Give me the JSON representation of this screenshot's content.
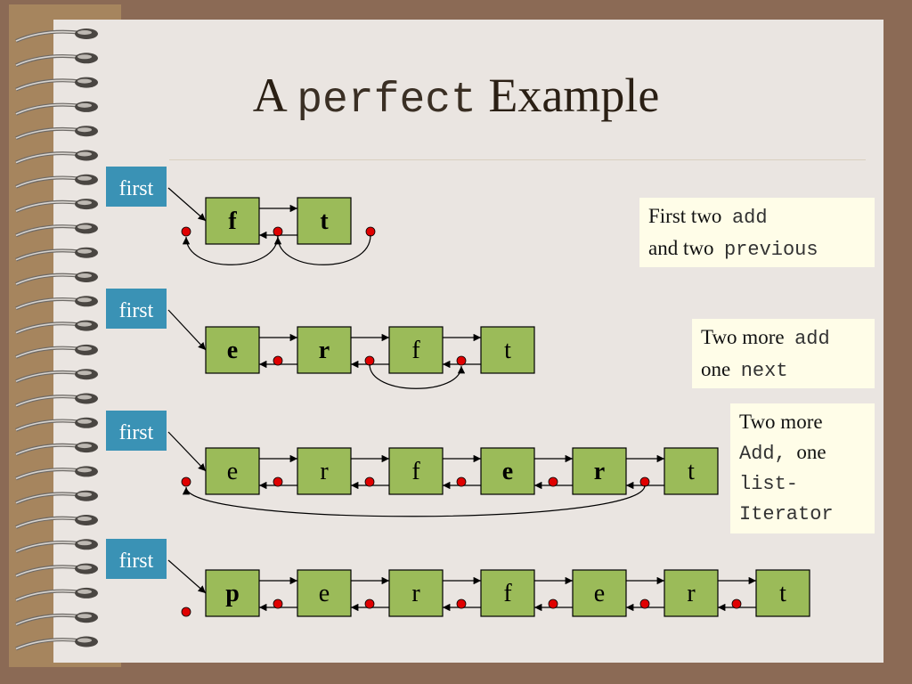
{
  "title": {
    "part1": "A",
    "part2": "perfect",
    "part3": "Example"
  },
  "first_label": "first",
  "rows": [
    {
      "nodes": [
        {
          "char": "f",
          "bold": true
        },
        {
          "char": "t",
          "bold": true
        }
      ]
    },
    {
      "nodes": [
        {
          "char": "e",
          "bold": true
        },
        {
          "char": "r",
          "bold": true
        },
        {
          "char": "f",
          "bold": false
        },
        {
          "char": "t",
          "bold": false
        }
      ]
    },
    {
      "nodes": [
        {
          "char": "e",
          "bold": false
        },
        {
          "char": "r",
          "bold": false
        },
        {
          "char": "f",
          "bold": false
        },
        {
          "char": "e",
          "bold": true
        },
        {
          "char": "r",
          "bold": true
        },
        {
          "char": "t",
          "bold": false
        }
      ]
    },
    {
      "nodes": [
        {
          "char": "p",
          "bold": true
        },
        {
          "char": "e",
          "bold": false
        },
        {
          "char": "r",
          "bold": false
        },
        {
          "char": "f",
          "bold": false
        },
        {
          "char": "e",
          "bold": false
        },
        {
          "char": "r",
          "bold": false
        },
        {
          "char": "t",
          "bold": false
        }
      ]
    }
  ],
  "notes": {
    "n1": {
      "l1a": "First two",
      "l1b": "add",
      "l2a": "and two",
      "l2b": "previous"
    },
    "n2": {
      "l1a": "Two more",
      "l1b": "add",
      "l2a": "one",
      "l2b": "next"
    },
    "n3": {
      "l1": "Two more",
      "l2a": "Add,",
      "l2b": "one",
      "l3": "list-",
      "l4": "Iterator"
    }
  },
  "colors": {
    "node_fill": "#9BBB59",
    "first_box": "#3A92B5",
    "dot": "#E00000",
    "background": "#8B6A55",
    "page": "#EAE5E1"
  }
}
